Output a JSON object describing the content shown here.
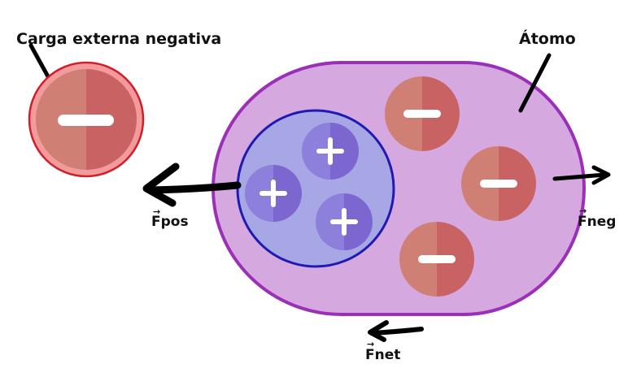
{
  "labels": {
    "external_charge": "Carga externa negativa",
    "atom": "Átomo",
    "f_pos": "Fpos",
    "f_neg": "Fneg",
    "f_net": "Fnet"
  },
  "symbols": {
    "plus": "+",
    "minus": "−",
    "vector_arrow": "→"
  },
  "colors": {
    "atom_fill": "#d6a8e0",
    "atom_stroke": "#9c2fb7",
    "nucleus_fill": "#a7a7e6",
    "nucleus_stroke": "#1f1bb0",
    "proton_light": "#8d7fdc",
    "proton_dark": "#7c66cf",
    "electron_light": "#d07f74",
    "electron_dark": "#c86263",
    "external_ring": "#f39a9d",
    "external_stroke": "#d01f2a",
    "arrow": "#000000"
  }
}
